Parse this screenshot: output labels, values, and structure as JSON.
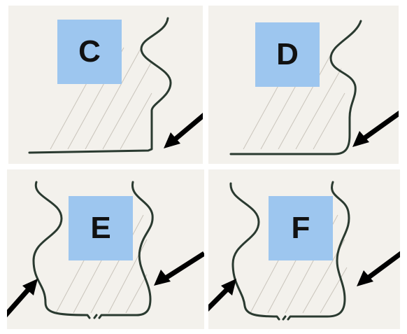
{
  "panels": [
    {
      "id": "C",
      "label": "C",
      "profile": "sharp-right-angle-corner",
      "arrows": 1
    },
    {
      "id": "D",
      "label": "D",
      "profile": "rounded-corner",
      "arrows": 1
    },
    {
      "id": "E",
      "label": "E",
      "profile": "rounded-bottom-both-sides",
      "arrows": 2
    },
    {
      "id": "F",
      "label": "F",
      "profile": "rounded-bottom-both-sides",
      "arrows": 2
    }
  ],
  "colors": {
    "label_background": "#9dc6ef",
    "outline": "#2a3a30",
    "arrow": "#000000",
    "paper": "#f3f1ec"
  }
}
